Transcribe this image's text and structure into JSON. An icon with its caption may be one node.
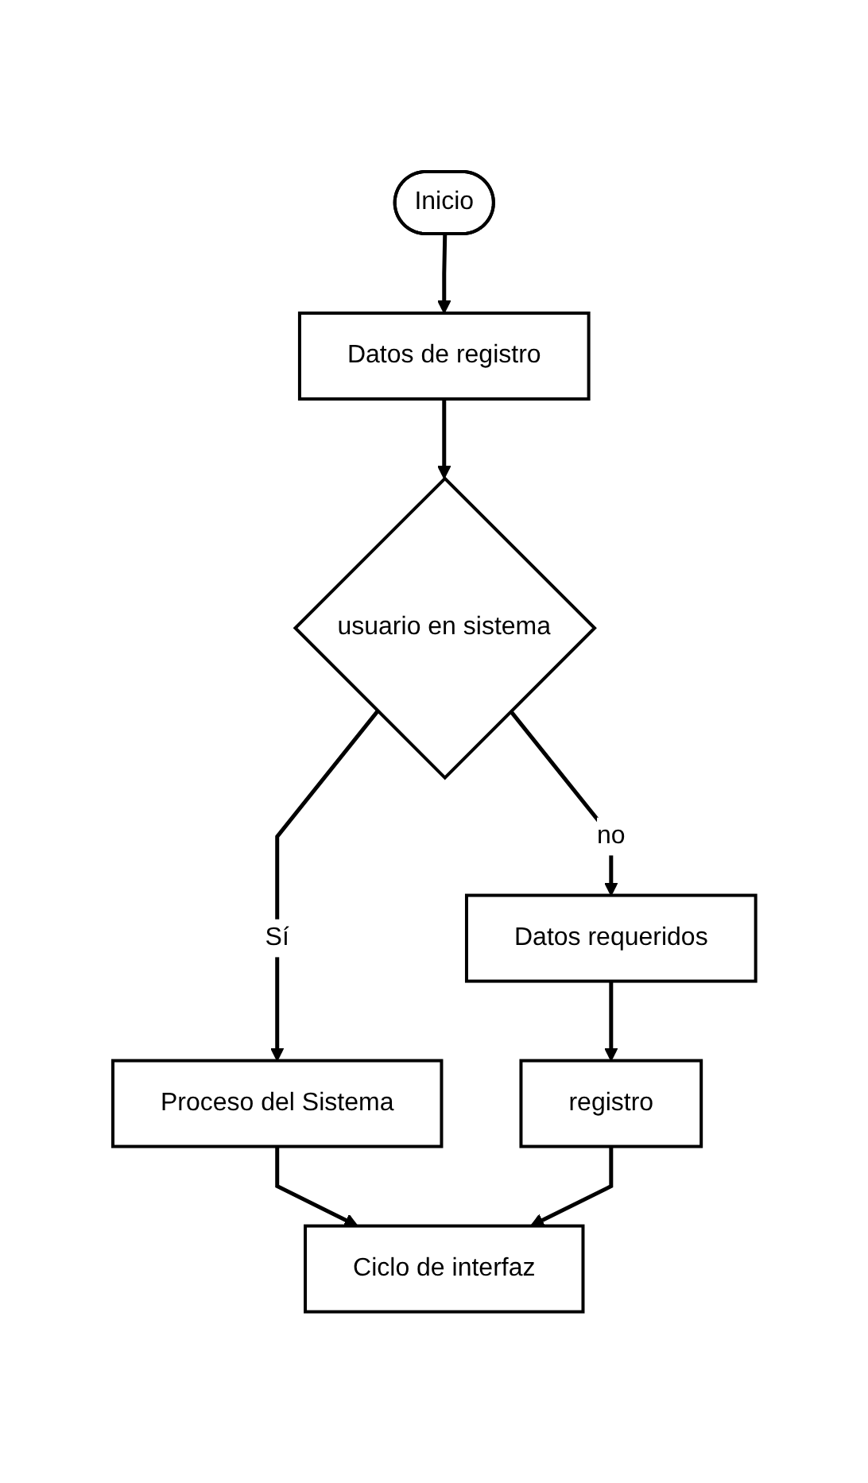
{
  "diagram": {
    "nodes": [
      {
        "text": [
          "Inicio"
        ]
      },
      {
        "text": [
          "Datos de registro"
        ]
      },
      {
        "text": [
          "usuario en sistema"
        ]
      },
      {
        "text": [
          "Datos requeridos"
        ]
      },
      {
        "text": [
          "Proceso del Sistema"
        ]
      },
      {
        "text": [
          "registro"
        ]
      },
      {
        "text": [
          "Ciclo de interfaz"
        ]
      }
    ],
    "edges": [
      {
        "from": 0,
        "to": 1,
        "arrow": "to"
      },
      {
        "from": 1,
        "to": 2,
        "arrow": "to"
      },
      {
        "from": 2,
        "to": 3,
        "label": "no",
        "arrow": "to"
      },
      {
        "from": 2,
        "to": 4,
        "label": "Sí",
        "arrow": "to"
      },
      {
        "from": 3,
        "to": 5,
        "arrow": "to"
      },
      {
        "from": 4,
        "to": 6,
        "arrow": "to"
      },
      {
        "from": 5,
        "to": 6,
        "arrow": "to"
      }
    ]
  }
}
